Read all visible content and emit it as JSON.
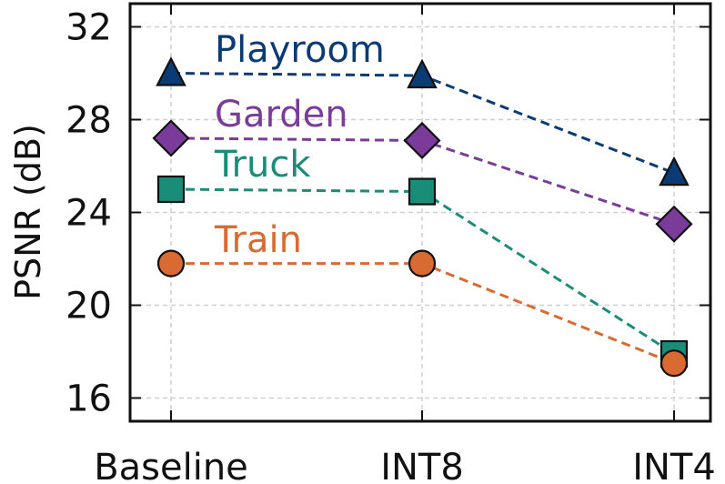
{
  "chart_data": {
    "type": "line",
    "title": "",
    "xlabel": "",
    "ylabel": "PSNR (dB)",
    "categories": [
      "Baseline",
      "INT8",
      "INT4"
    ],
    "ylim": [
      15,
      33
    ],
    "yticks": [
      16,
      20,
      24,
      28,
      32
    ],
    "ytick_labels": [
      "16",
      "20",
      "24",
      "28",
      "32"
    ],
    "grid": true,
    "legend": "inline labels",
    "series": [
      {
        "name": "Playroom",
        "values": [
          30.0,
          29.9,
          25.7
        ],
        "color": "#0b3b75",
        "marker": "triangle"
      },
      {
        "name": "Garden",
        "values": [
          27.2,
          27.1,
          23.5
        ],
        "color": "#7a3b9a",
        "marker": "diamond"
      },
      {
        "name": "Truck",
        "values": [
          25.0,
          24.9,
          17.9
        ],
        "color": "#1a8d78",
        "marker": "square"
      },
      {
        "name": "Train",
        "values": [
          21.8,
          21.8,
          17.5
        ],
        "color": "#d96b32",
        "marker": "circle"
      }
    ]
  }
}
